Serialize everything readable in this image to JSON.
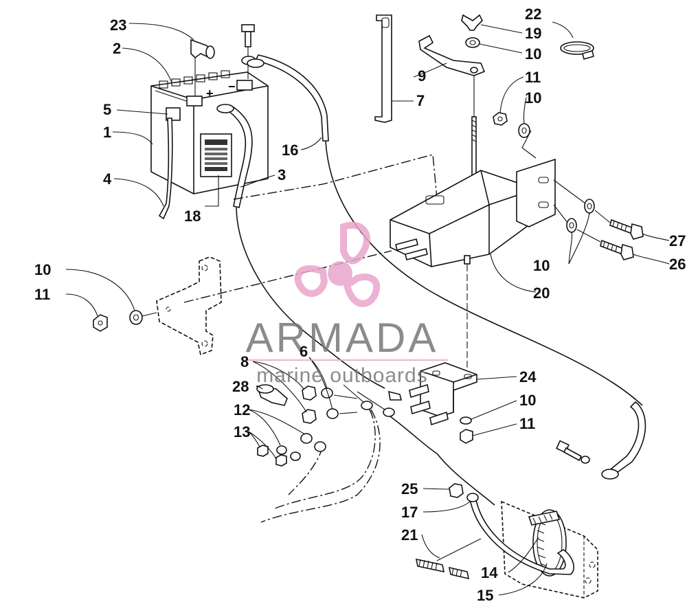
{
  "callouts": [
    {
      "id": "c23a",
      "text": "23"
    },
    {
      "id": "c2",
      "text": "2"
    },
    {
      "id": "c5",
      "text": "5"
    },
    {
      "id": "c1",
      "text": "1"
    },
    {
      "id": "c4",
      "text": "4"
    },
    {
      "id": "c18",
      "text": "18"
    },
    {
      "id": "c3",
      "text": "3"
    },
    {
      "id": "c16",
      "text": "16"
    },
    {
      "id": "c7",
      "text": "7"
    },
    {
      "id": "c9",
      "text": "9"
    },
    {
      "id": "c19",
      "text": "19"
    },
    {
      "id": "c10a",
      "text": "10"
    },
    {
      "id": "c22",
      "text": "22"
    },
    {
      "id": "c11a",
      "text": "11"
    },
    {
      "id": "c10b",
      "text": "10"
    },
    {
      "id": "c27",
      "text": "27"
    },
    {
      "id": "c26",
      "text": "26"
    },
    {
      "id": "c10c",
      "text": "10"
    },
    {
      "id": "c20",
      "text": "20"
    },
    {
      "id": "c10d",
      "text": "10"
    },
    {
      "id": "c11b",
      "text": "11"
    },
    {
      "id": "c8",
      "text": "8"
    },
    {
      "id": "c6",
      "text": "6"
    },
    {
      "id": "c28",
      "text": "28"
    },
    {
      "id": "c12",
      "text": "12"
    },
    {
      "id": "c13",
      "text": "13"
    },
    {
      "id": "c24",
      "text": "24"
    },
    {
      "id": "c10e",
      "text": "10"
    },
    {
      "id": "c11c",
      "text": "11"
    },
    {
      "id": "c25",
      "text": "25"
    },
    {
      "id": "c17",
      "text": "17"
    },
    {
      "id": "c21",
      "text": "21"
    },
    {
      "id": "c14",
      "text": "14"
    },
    {
      "id": "c15",
      "text": "15"
    }
  ],
  "battery": {
    "plus": "+",
    "minus": "−"
  },
  "watermark": {
    "brand": "ARMADA",
    "tagline": "marine outboards",
    "colors": {
      "logo": "#e9a5cc",
      "text": "#7a7a7a"
    }
  }
}
